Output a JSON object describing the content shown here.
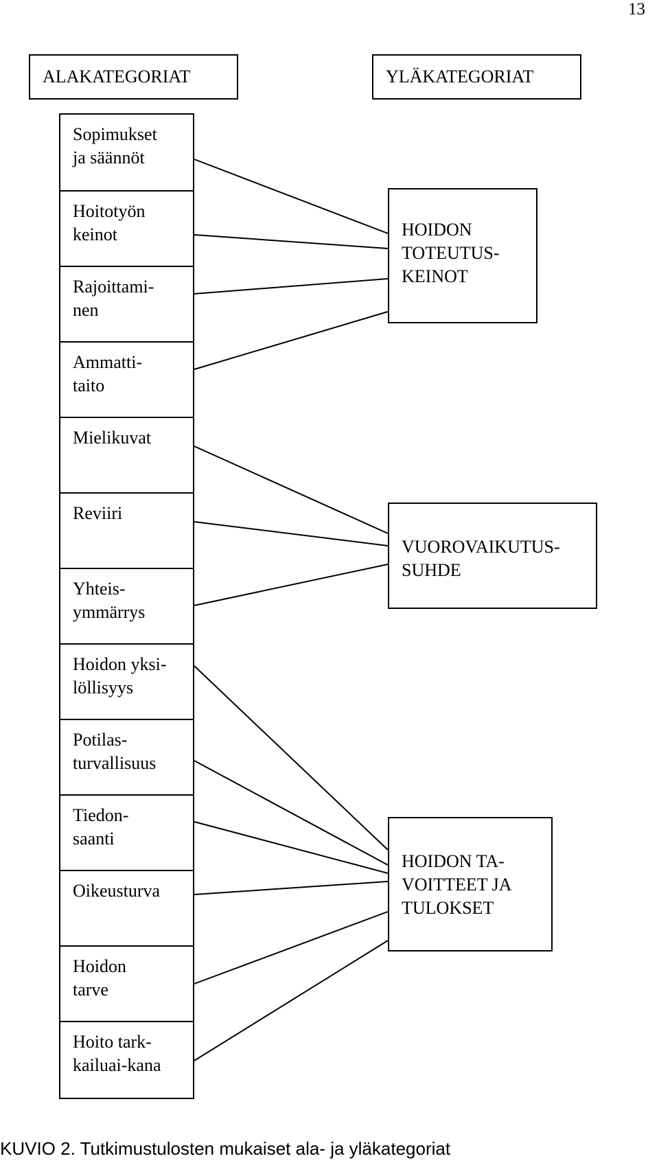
{
  "page_number": "13",
  "headers": {
    "left": "ALAKATEGORIAT",
    "right": "YLÄKATEGORIAT"
  },
  "subcategories": [
    "Sopimukset\nja säännöt",
    "Hoitotyön\nkeinot",
    "Rajoittami-\nnen",
    "Ammatti-\ntaito",
    "Mielikuvat",
    "Reviiri",
    "Yhteis-\nymmärrys",
    "Hoidon yksi-\nlöllisyys",
    "Potilas-\nturvallisuus",
    "Tiedon-\nsaanti",
    "Oikeusturva",
    "Hoidon\ntarve",
    "Hoito tark-\nkailuai-kana"
  ],
  "main_categories": [
    "HOIDON\nTOTEUTUS-\nKEINOT",
    "VUOROVAIKUTUS-\nSUHDE",
    "HOIDON TA-\nVOITTEET JA\nTULOKSET"
  ],
  "caption": "KUVIO 2. Tutkimustulosten mukaiset ala- ja yläkategoriat"
}
